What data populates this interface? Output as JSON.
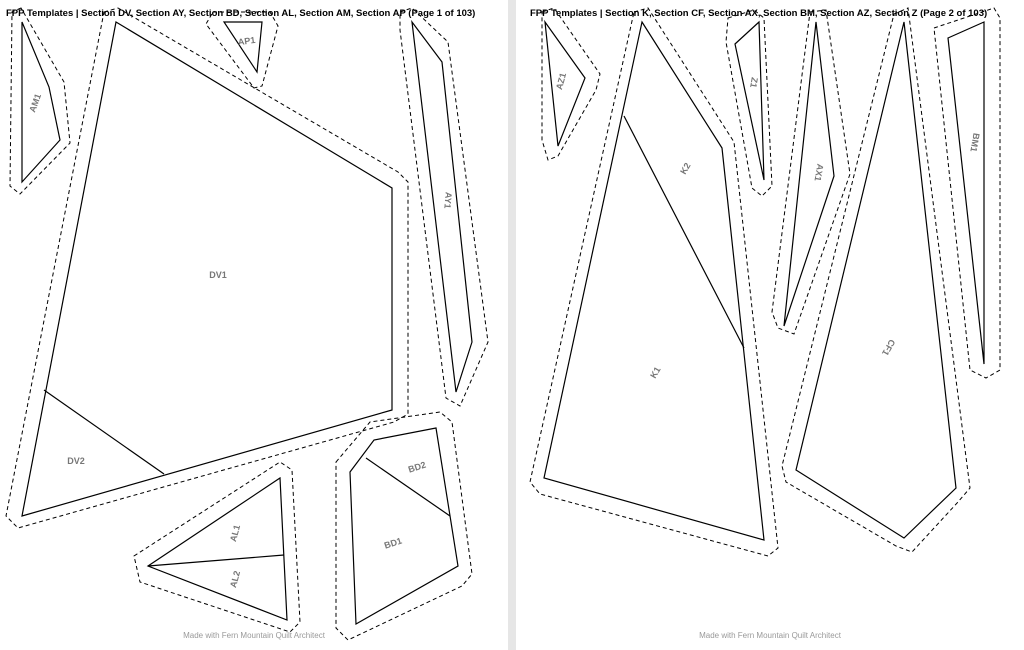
{
  "pages": [
    {
      "title": "FPP Templates | Section DV, Section AY, Section BD, Section AL, Section AM, Section AP (Page 1 of 103)",
      "footer": "Made with Fern Mountain Quilt Architect",
      "labels": {
        "am1": "AM1",
        "ap1": "AP1",
        "dv1": "DV1",
        "dv2": "DV2",
        "ay1": "AY1",
        "bd1": "BD1",
        "bd2": "BD2",
        "al1": "AL1",
        "al2": "AL2"
      }
    },
    {
      "title": "FPP Templates | Section K, Section CF, Section AX, Section BM, Section AZ, Section Z (Page 2 of 103)",
      "footer": "Made with Fern Mountain Quilt Architect",
      "labels": {
        "az1": "AZ1",
        "z1": "Z1",
        "k1": "K1",
        "k2": "K2",
        "ax1": "AX1",
        "cf1": "CF1",
        "bm1": "BM1"
      }
    }
  ],
  "colors": {
    "viewer_bg": "#e6e6e6",
    "page_bg": "#ffffff",
    "label": "#777777",
    "outline": "#000000"
  }
}
